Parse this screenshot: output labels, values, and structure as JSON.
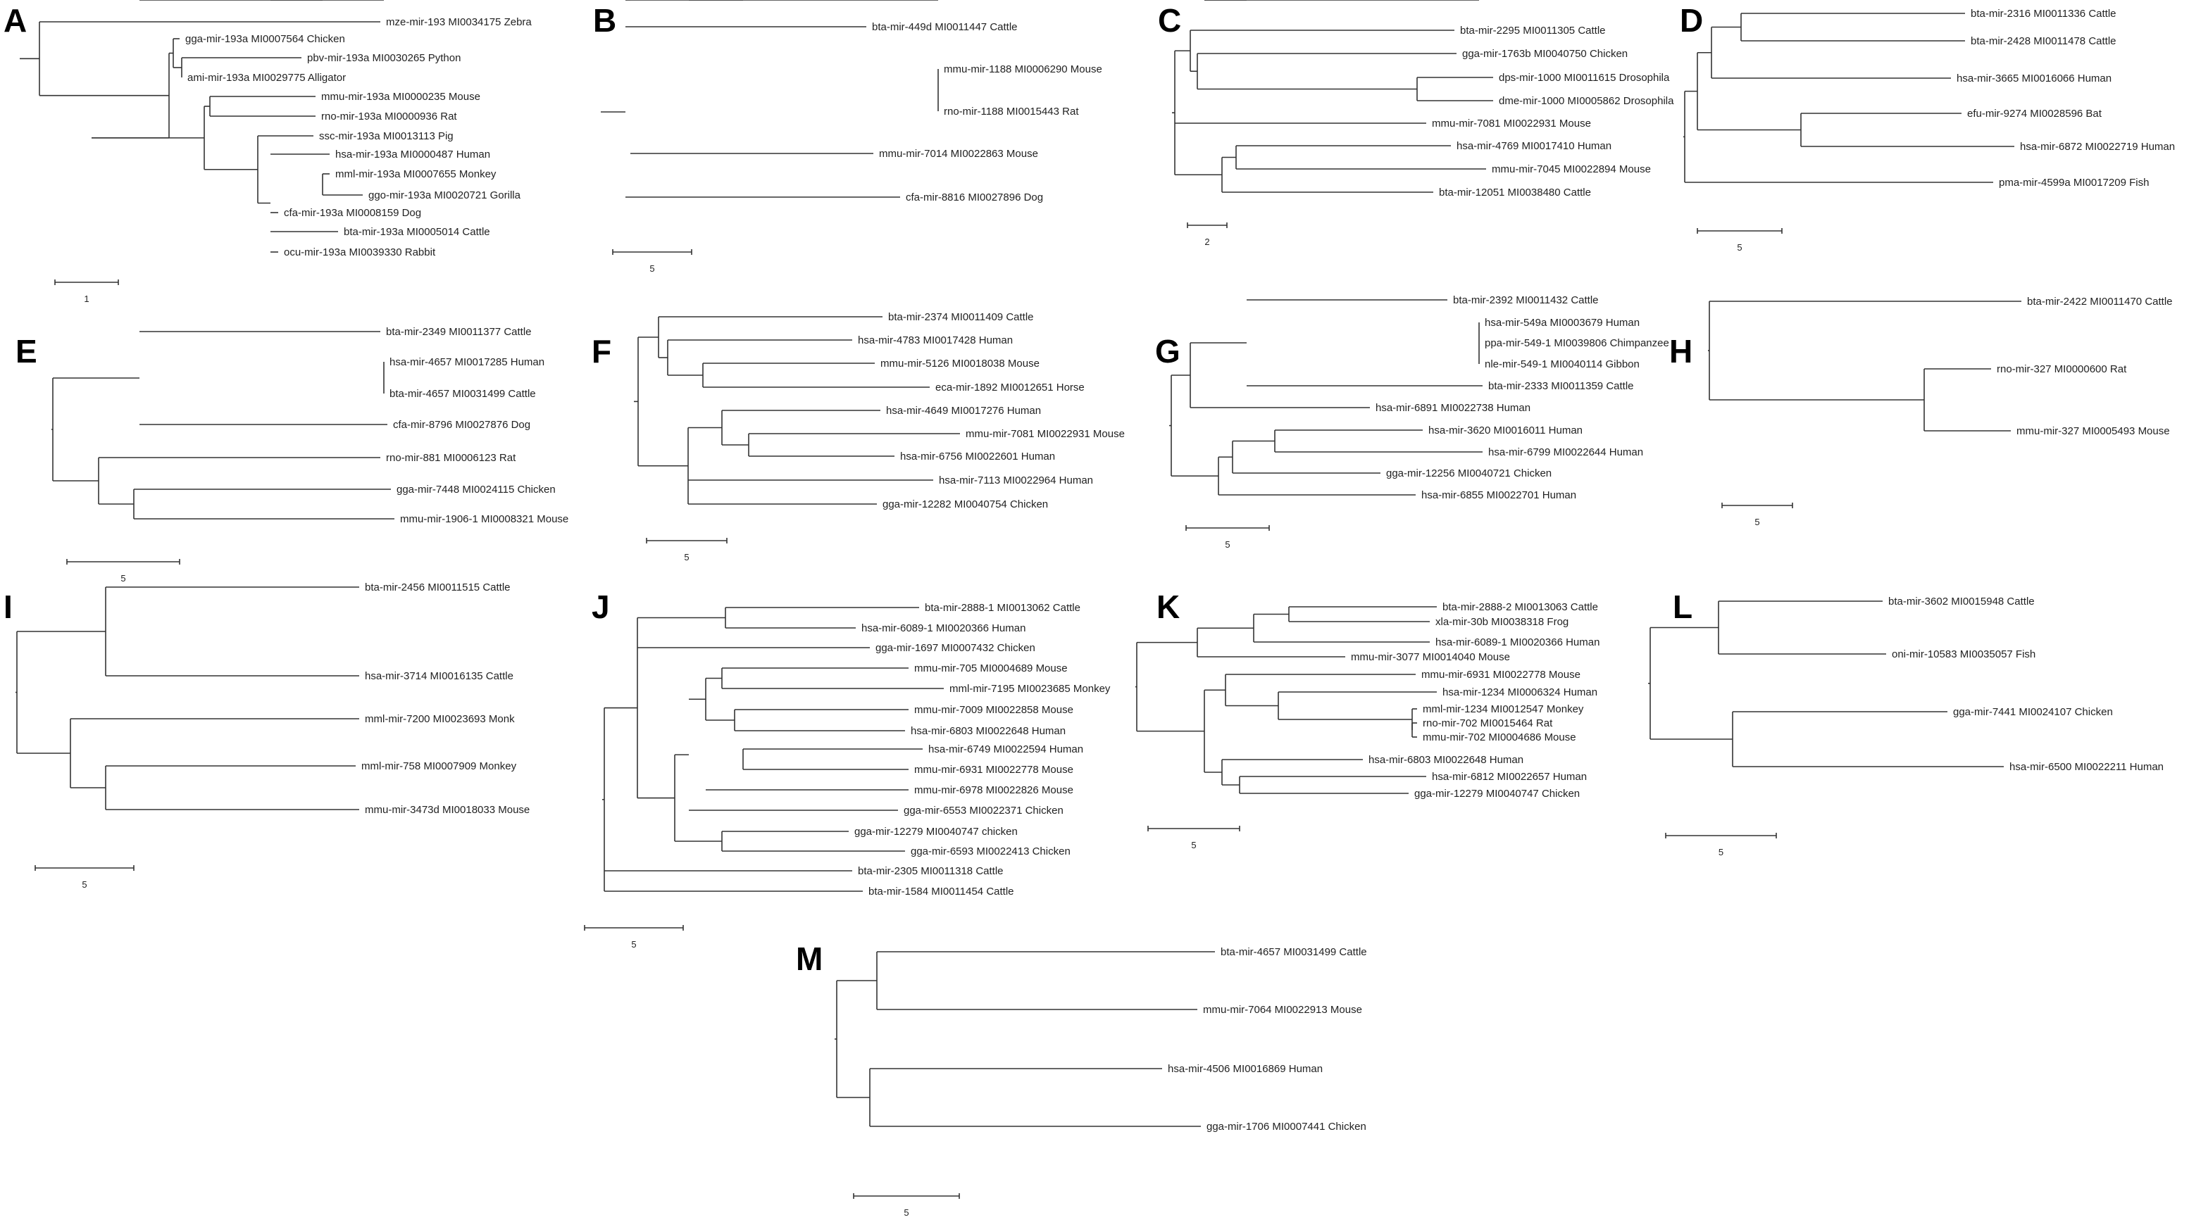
{
  "figure": {
    "panels": [
      {
        "letter": "A",
        "scale_label": "1",
        "labels": [
          "mze-mir-193 MI0034175 Zebra",
          "gga-mir-193a MI0007564 Chicken",
          "pbv-mir-193a MI0030265 Python",
          "ami-mir-193a MI0029775 Alligator",
          "mmu-mir-193a MI0000235 Mouse",
          "rno-mir-193a MI0000936 Rat",
          "ssc-mir-193a MI0013113 Pig",
          "hsa-mir-193a MI0000487 Human",
          "mml-mir-193a MI0007655 Monkey",
          "ggo-mir-193a MI0020721 Gorilla",
          "cfa-mir-193a MI0008159 Dog",
          "bta-mir-193a MI0005014 Cattle",
          "ocu-mir-193a MI0039330 Rabbit"
        ]
      },
      {
        "letter": "B",
        "scale_label": "5",
        "labels": [
          "bta-mir-449d MI0011447 Cattle",
          "mmu-mir-1188 MI0006290 Mouse",
          "rno-mir-1188 MI0015443 Rat",
          "mmu-mir-7014 MI0022863 Mouse",
          "cfa-mir-8816 MI0027896 Dog"
        ]
      },
      {
        "letter": "C",
        "scale_label": "2",
        "labels": [
          "bta-mir-2295 MI0011305 Cattle",
          "gga-mir-1763b MI0040750 Chicken",
          "dps-mir-1000 MI0011615 Drosophila",
          "dme-mir-1000 MI0005862 Drosophila",
          "mmu-mir-7081 MI0022931 Mouse",
          "hsa-mir-4769 MI0017410 Human",
          "mmu-mir-7045 MI0022894 Mouse",
          "bta-mir-12051 MI0038480 Cattle"
        ]
      },
      {
        "letter": "D",
        "scale_label": "5",
        "labels": [
          "bta-mir-2316 MI0011336 Cattle",
          "bta-mir-2428 MI0011478 Cattle",
          "hsa-mir-3665 MI0016066 Human",
          "efu-mir-9274 MI0028596 Bat",
          "hsa-mir-6872 MI0022719 Human",
          "pma-mir-4599a MI0017209 Fish"
        ]
      },
      {
        "letter": "E",
        "scale_label": "5",
        "labels": [
          "bta-mir-2349 MI0011377 Cattle",
          "hsa-mir-4657 MI0017285 Human",
          "bta-mir-4657 MI0031499 Cattle",
          "cfa-mir-8796 MI0027876 Dog",
          "rno-mir-881 MI0006123 Rat",
          "gga-mir-7448 MI0024115 Chicken",
          "mmu-mir-1906-1 MI0008321 Mouse"
        ]
      },
      {
        "letter": "F",
        "scale_label": "5",
        "labels": [
          "bta-mir-2374 MI0011409 Cattle",
          "hsa-mir-4783 MI0017428 Human",
          "mmu-mir-5126 MI0018038 Mouse",
          "eca-mir-1892 MI0012651 Horse",
          "hsa-mir-4649 MI0017276 Human",
          "mmu-mir-7081 MI0022931 Mouse",
          "hsa-mir-6756 MI0022601 Human",
          "hsa-mir-7113 MI0022964 Human",
          "gga-mir-12282 MI0040754 Chicken"
        ]
      },
      {
        "letter": "G",
        "scale_label": "5",
        "labels": [
          "bta-mir-2392 MI0011432 Cattle",
          "hsa-mir-549a MI0003679 Human",
          "ppa-mir-549-1 MI0039806 Chimpanzee",
          "nle-mir-549-1 MI0040114 Gibbon",
          "bta-mir-2333 MI0011359 Cattle",
          "hsa-mir-6891 MI0022738 Human",
          "hsa-mir-3620 MI0016011 Human",
          "hsa-mir-6799 MI0022644 Human",
          "gga-mir-12256 MI0040721 Chicken",
          "hsa-mir-6855 MI0022701 Human"
        ]
      },
      {
        "letter": "H",
        "scale_label": "5",
        "labels": [
          "bta-mir-2422 MI0011470 Cattle",
          "rno-mir-327 MI0000600 Rat",
          "mmu-mir-327 MI0005493 Mouse"
        ]
      },
      {
        "letter": "I",
        "scale_label": "5",
        "labels": [
          "bta-mir-2456 MI0011515 Cattle",
          "hsa-mir-3714 MI0016135 Cattle",
          "mml-mir-7200 MI0023693 Monk",
          "mml-mir-758 MI0007909 Monkey",
          "mmu-mir-3473d MI0018033 Mouse"
        ]
      },
      {
        "letter": "J",
        "scale_label": "5",
        "labels": [
          "bta-mir-2888-1 MI0013062 Cattle",
          "hsa-mir-6089-1 MI0020366 Human",
          "gga-mir-1697 MI0007432 Chicken",
          "mmu-mir-705 MI0004689 Mouse",
          "mml-mir-7195 MI0023685 Monkey",
          "mmu-mir-7009 MI0022858 Mouse",
          "hsa-mir-6803 MI0022648 Human",
          "hsa-mir-6749 MI0022594 Human",
          "mmu-mir-6931 MI0022778 Mouse",
          "mmu-mir-6978 MI0022826 Mouse",
          "gga-mir-6553 MI0022371 Chicken",
          "gga-mir-12279 MI0040747 chicken",
          "gga-mir-6593 MI0022413 Chicken",
          "bta-mir-2305 MI0011318 Cattle",
          "bta-mir-1584 MI0011454 Cattle"
        ]
      },
      {
        "letter": "K",
        "scale_label": "5",
        "labels": [
          "bta-mir-2888-2 MI0013063 Cattle",
          "xla-mir-30b MI0038318 Frog",
          "hsa-mir-6089-1 MI0020366 Human",
          "mmu-mir-3077 MI0014040 Mouse",
          "mmu-mir-6931 MI0022778 Mouse",
          "hsa-mir-1234 MI0006324 Human",
          "mml-mir-1234 MI0012547 Monkey",
          "rno-mir-702 MI0015464 Rat",
          "mmu-mir-702 MI0004686 Mouse",
          "hsa-mir-6803 MI0022648 Human",
          "hsa-mir-6812 MI0022657 Human",
          "gga-mir-12279 MI0040747 Chicken"
        ]
      },
      {
        "letter": "L",
        "scale_label": "5",
        "labels": [
          "bta-mir-3602 MI0015948 Cattle",
          "oni-mir-10583 MI0035057 Fish",
          "gga-mir-7441 MI0024107 Chicken",
          "hsa-mir-6500 MI0022211 Human"
        ]
      },
      {
        "letter": "M",
        "scale_label": "5",
        "labels": [
          "bta-mir-4657 MI0031499 Cattle",
          "mmu-mir-7064 MI0022913 Mouse",
          "hsa-mir-4506 MI0016869 Human",
          "gga-mir-1706 MI0007441 Chicken"
        ]
      }
    ]
  }
}
